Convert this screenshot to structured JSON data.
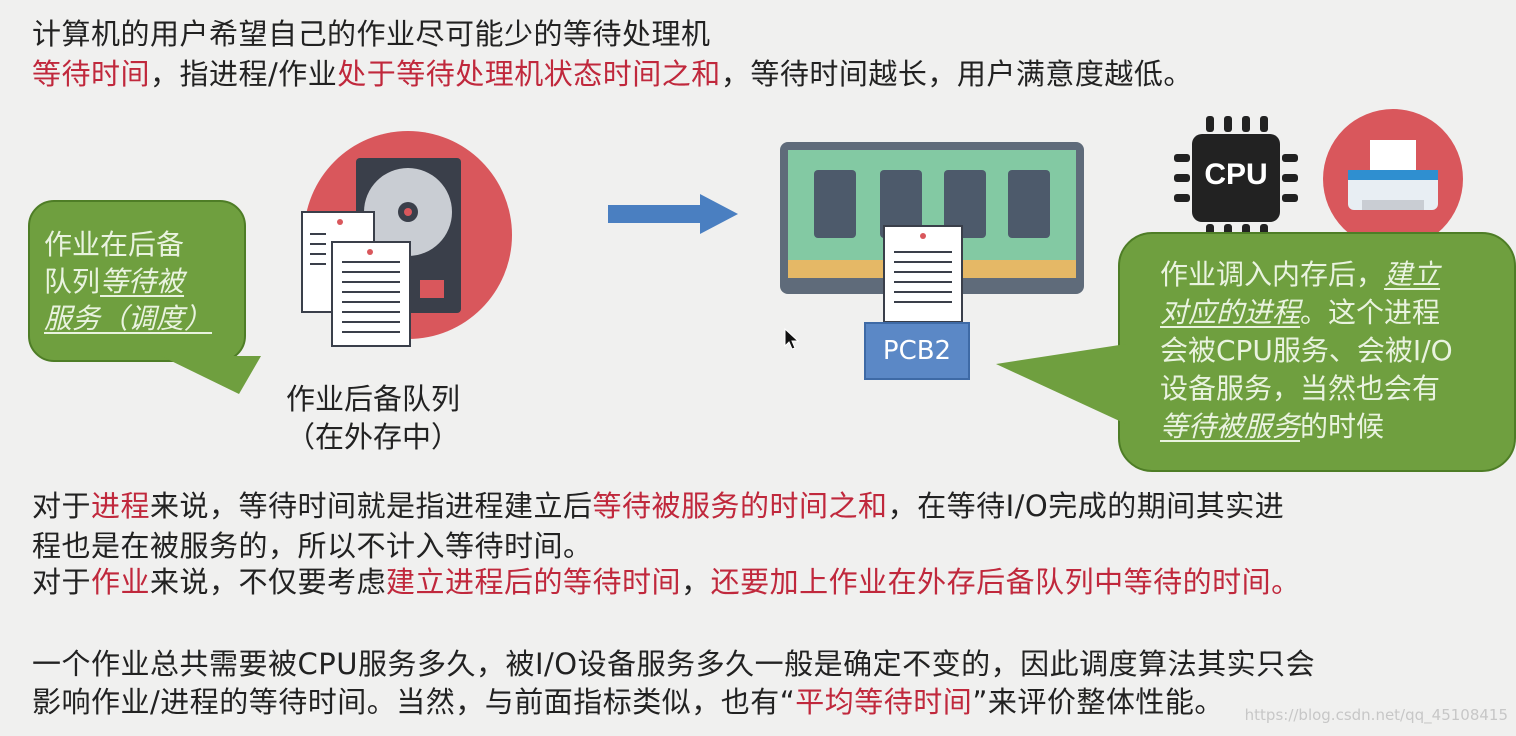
{
  "top": {
    "line1": "计算机的用户希望自己的作业尽可能少的等待处理机",
    "line2_red1": "等待时间",
    "line2_mid": "，指进程/作业",
    "line2_red2": "处于等待处理机状态时间之和",
    "line2_end": "，等待时间越长，用户满意度越低。"
  },
  "left_bubble": {
    "l1": "作业在后备",
    "l2_a": "队列",
    "l2_b": "等待被",
    "l3": "服务（调度）"
  },
  "queue_caption": {
    "l1": "作业后备队列",
    "l2": "（在外存中）"
  },
  "pcb_label": "PCB2",
  "cpu_label": "CPU",
  "right_bubble": {
    "l1_a": "作业调入内存后，",
    "l1_b": "建立",
    "l2_a": "对应的进程",
    "l2_b": "。这个进程",
    "l3": "会被CPU服务、会被I/O",
    "l4": "设备服务，当然也会有",
    "l5_a": "等待被服务",
    "l5_b": "的时候"
  },
  "bottom": {
    "p1_a": "对于",
    "p1_b": "进程",
    "p1_c": "来说，等待时间就是指进程建立后",
    "p1_d": "等待被服务的时间之和",
    "p1_e": "，在等待I/O完成的期间其实进",
    "p1_line2": "程也是在被服务的，所以不计入等待时间。",
    "p2_a": "对于",
    "p2_b": "作业",
    "p2_c": "来说，不仅要考虑",
    "p2_d": "建立进程后的等待时间",
    "p2_e": "，",
    "p2_f": "还要加上作业在外存后备队列中等待的时间。",
    "p3_line1": "一个作业总共需要被CPU服务多久，被I/O设备服务多久一般是确定不变的，因此调度算法其实只会",
    "p3_line2_a": "影响作业/进程的等待时间。当然，与前面指标类似，也有“",
    "p3_line2_b": "平均等待时间",
    "p3_line2_c": "”来评价整体性能。"
  },
  "watermark": "https://blog.csdn.net/qq_45108415",
  "colors": {
    "accent_red": "#c0283c",
    "bubble_green": "#6f9f3f",
    "pcb_blue": "#5b88c6",
    "arrow_blue": "#4a7fc1"
  },
  "icons": [
    "hard-disk-icon",
    "document-stack-icon",
    "arrow-right-icon",
    "memory-module-icon",
    "cpu-chip-icon",
    "printer-icon",
    "mouse-cursor-icon"
  ]
}
